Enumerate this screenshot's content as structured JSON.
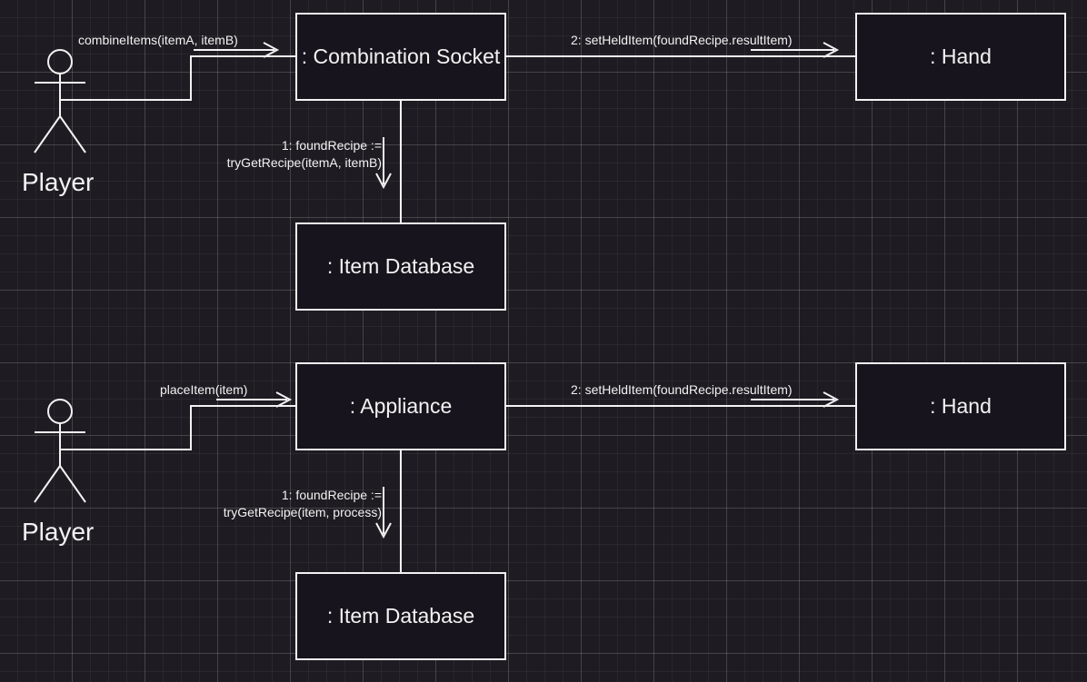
{
  "colors": {
    "background": "#1e1b22",
    "stroke": "#f2f2f2",
    "box_fill": "#18141d"
  },
  "diagrams": [
    {
      "actor": "Player",
      "objects": {
        "main": ": Combination Socket",
        "hand": ": Hand",
        "database": ": Item Database"
      },
      "messages": {
        "entry": "combineItems(itemA, itemB)",
        "step1_line1": "1: foundRecipe :=",
        "step1_line2": "tryGetRecipe(itemA, itemB)",
        "step2": "2: setHeldItem(foundRecipe.resultItem)"
      }
    },
    {
      "actor": "Player",
      "objects": {
        "main": ": Appliance",
        "hand": ": Hand",
        "database": ": Item Database"
      },
      "messages": {
        "entry": "placeItem(item)",
        "step1_line1": "1: foundRecipe :=",
        "step1_line2": "tryGetRecipe(item, process)",
        "step2": "2: setHeldItem(foundRecipe.resultItem)"
      }
    }
  ]
}
